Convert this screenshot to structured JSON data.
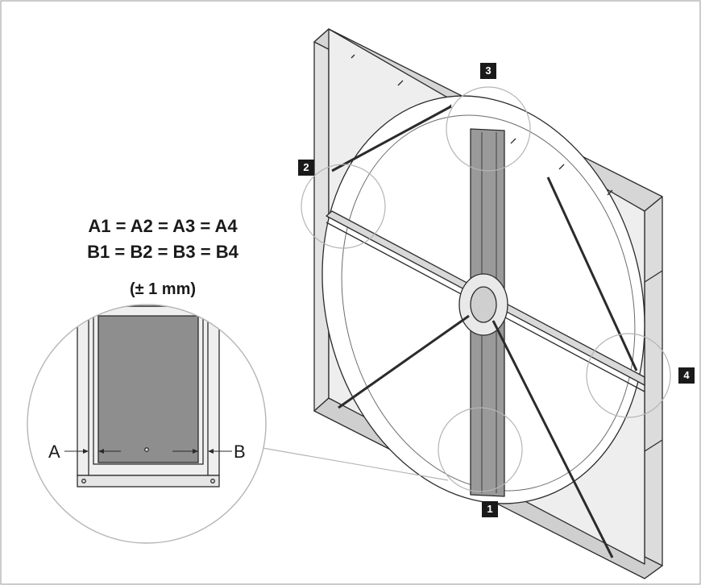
{
  "equations": {
    "line1": "A1 = A2 = A3 = A4",
    "line2": "B1 = B2 = B3 = B4",
    "tolerance": "(± 1 mm)"
  },
  "callouts": {
    "c1": "1",
    "c2": "2",
    "c3": "3",
    "c4": "4"
  },
  "detail": {
    "label_a": "A",
    "label_b": "B"
  },
  "colors": {
    "frame_stroke": "#2b2b2b",
    "panel_fill": "#e6e6e6",
    "dark_panel": "#8e8e8e",
    "highlight_circle": "#b5b5b5"
  }
}
